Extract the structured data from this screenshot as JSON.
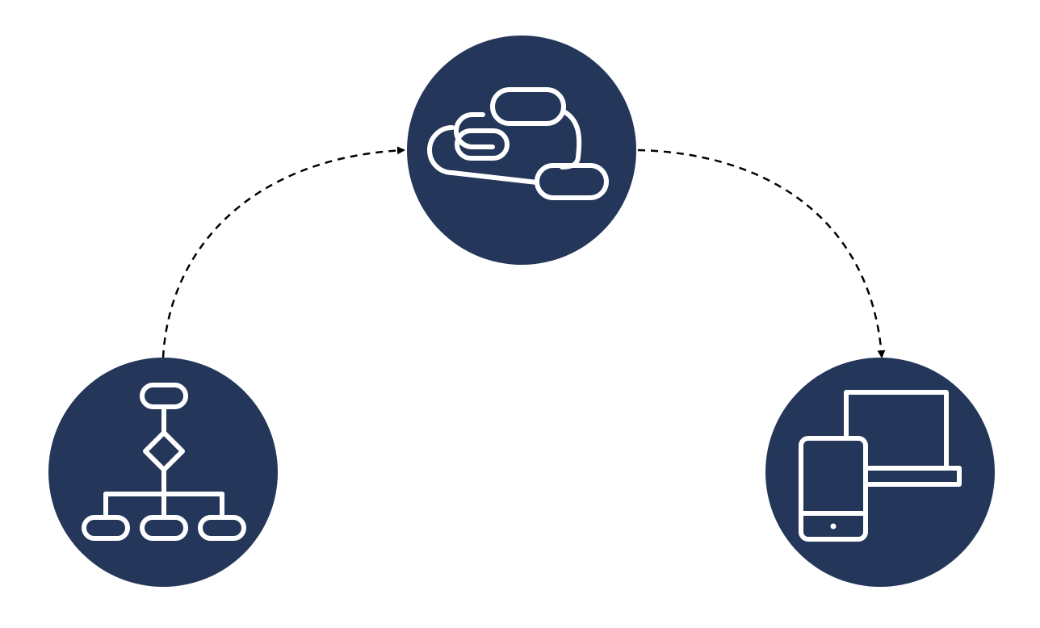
{
  "diagram": {
    "colors": {
      "node_fill": "#243659",
      "icon_stroke": "#ffffff",
      "connector": "#000000",
      "background": "#ffffff"
    },
    "nodes": [
      {
        "id": "flowchart",
        "icon": "flowchart-icon"
      },
      {
        "id": "cloud-process",
        "icon": "cloud-process-icon"
      },
      {
        "id": "devices",
        "icon": "devices-icon"
      }
    ],
    "connectors": [
      {
        "from": "flowchart",
        "to": "cloud-process",
        "style": "dashed",
        "arrow": "end"
      },
      {
        "from": "cloud-process",
        "to": "devices",
        "style": "dashed",
        "arrow": "end"
      }
    ]
  }
}
